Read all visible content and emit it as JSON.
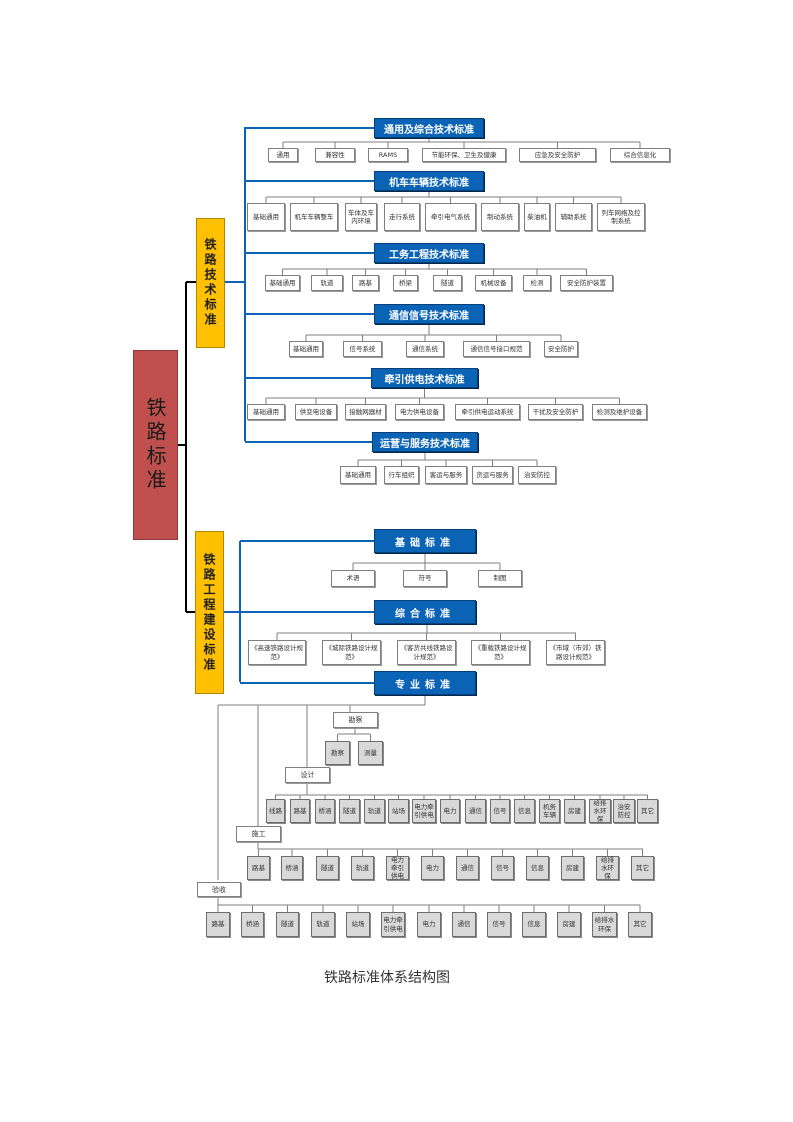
{
  "root": {
    "label": "铁路标准"
  },
  "caption": "铁路标准体系结构图",
  "colors": {
    "root": "#c0504d",
    "category": "#ffc000",
    "header": "#0b63b5",
    "tech_connector": "#0b63b5",
    "leaf_gray": "#d9d9d9"
  },
  "categories": [
    {
      "label": "铁路技术标准",
      "groups": [
        {
          "title": "通用及综合技术标准",
          "items": [
            "通用",
            "兼容性",
            "RAMS",
            "节能环保、卫生及健康",
            "应急及安全防护",
            "综合信息化"
          ]
        },
        {
          "title": "机车车辆技术标准",
          "items": [
            "基础通用",
            "机车车辆整车",
            "车体及车内环境",
            "走行系统",
            "牵引电气系统",
            "制动系统",
            "柴油机",
            "辅助系统",
            "列车网络及控制系统"
          ]
        },
        {
          "title": "工务工程技术标准",
          "items": [
            "基础通用",
            "轨道",
            "路基",
            "桥梁",
            "隧道",
            "机械设备",
            "检测",
            "安全防护装置"
          ]
        },
        {
          "title": "通信信号技术标准",
          "items": [
            "基础通用",
            "信号系统",
            "通信系统",
            "通信信号接口规范",
            "安全防护"
          ]
        },
        {
          "title": "牵引供电技术标准",
          "items": [
            "基础通用",
            "供变电设备",
            "接触网器材",
            "电力供电设备",
            "牵引供电运动系统",
            "干扰及安全防护",
            "检测及维护设备"
          ]
        },
        {
          "title": "运营与服务技术标准",
          "items": [
            "基础通用",
            "行车组织",
            "客运与服务",
            "货运与服务",
            "治安防控"
          ]
        }
      ]
    },
    {
      "label": "铁路工程建设标准",
      "groups": [
        {
          "title": "基础标准",
          "items": [
            "术语",
            "符号",
            "制图"
          ]
        },
        {
          "title": "综合标准",
          "items": [
            "《高速铁路设计规范》",
            "《城际铁路设计规范》",
            "《客货共线铁路设计规范》",
            "《重载铁路设计规范》",
            "《市域（市郊）铁路设计规范》"
          ]
        },
        {
          "title": "专业标准",
          "phases": [
            {
              "label": "勘察",
              "items": [
                "勘察",
                "测量"
              ]
            },
            {
              "label": "设计",
              "items": [
                "线路",
                "路基",
                "桥涵",
                "隧道",
                "轨道",
                "站场",
                "电力牵引供电",
                "电力",
                "通信",
                "信号",
                "信息",
                "机务车辆",
                "房建",
                "给排水环保",
                "治安防控",
                "其它"
              ]
            },
            {
              "label": "施工",
              "items": [
                "路基",
                "桥涵",
                "隧道",
                "轨道",
                "电力牵引供电",
                "电力",
                "通信",
                "信号",
                "信息",
                "房建",
                "给排水环保",
                "其它"
              ]
            },
            {
              "label": "验收",
              "items": [
                "路基",
                "桥涵",
                "隧道",
                "轨道",
                "站场",
                "电力牵引供电",
                "电力",
                "通信",
                "信号",
                "信息",
                "房建",
                "给排水环保",
                "其它"
              ]
            }
          ]
        }
      ]
    }
  ]
}
